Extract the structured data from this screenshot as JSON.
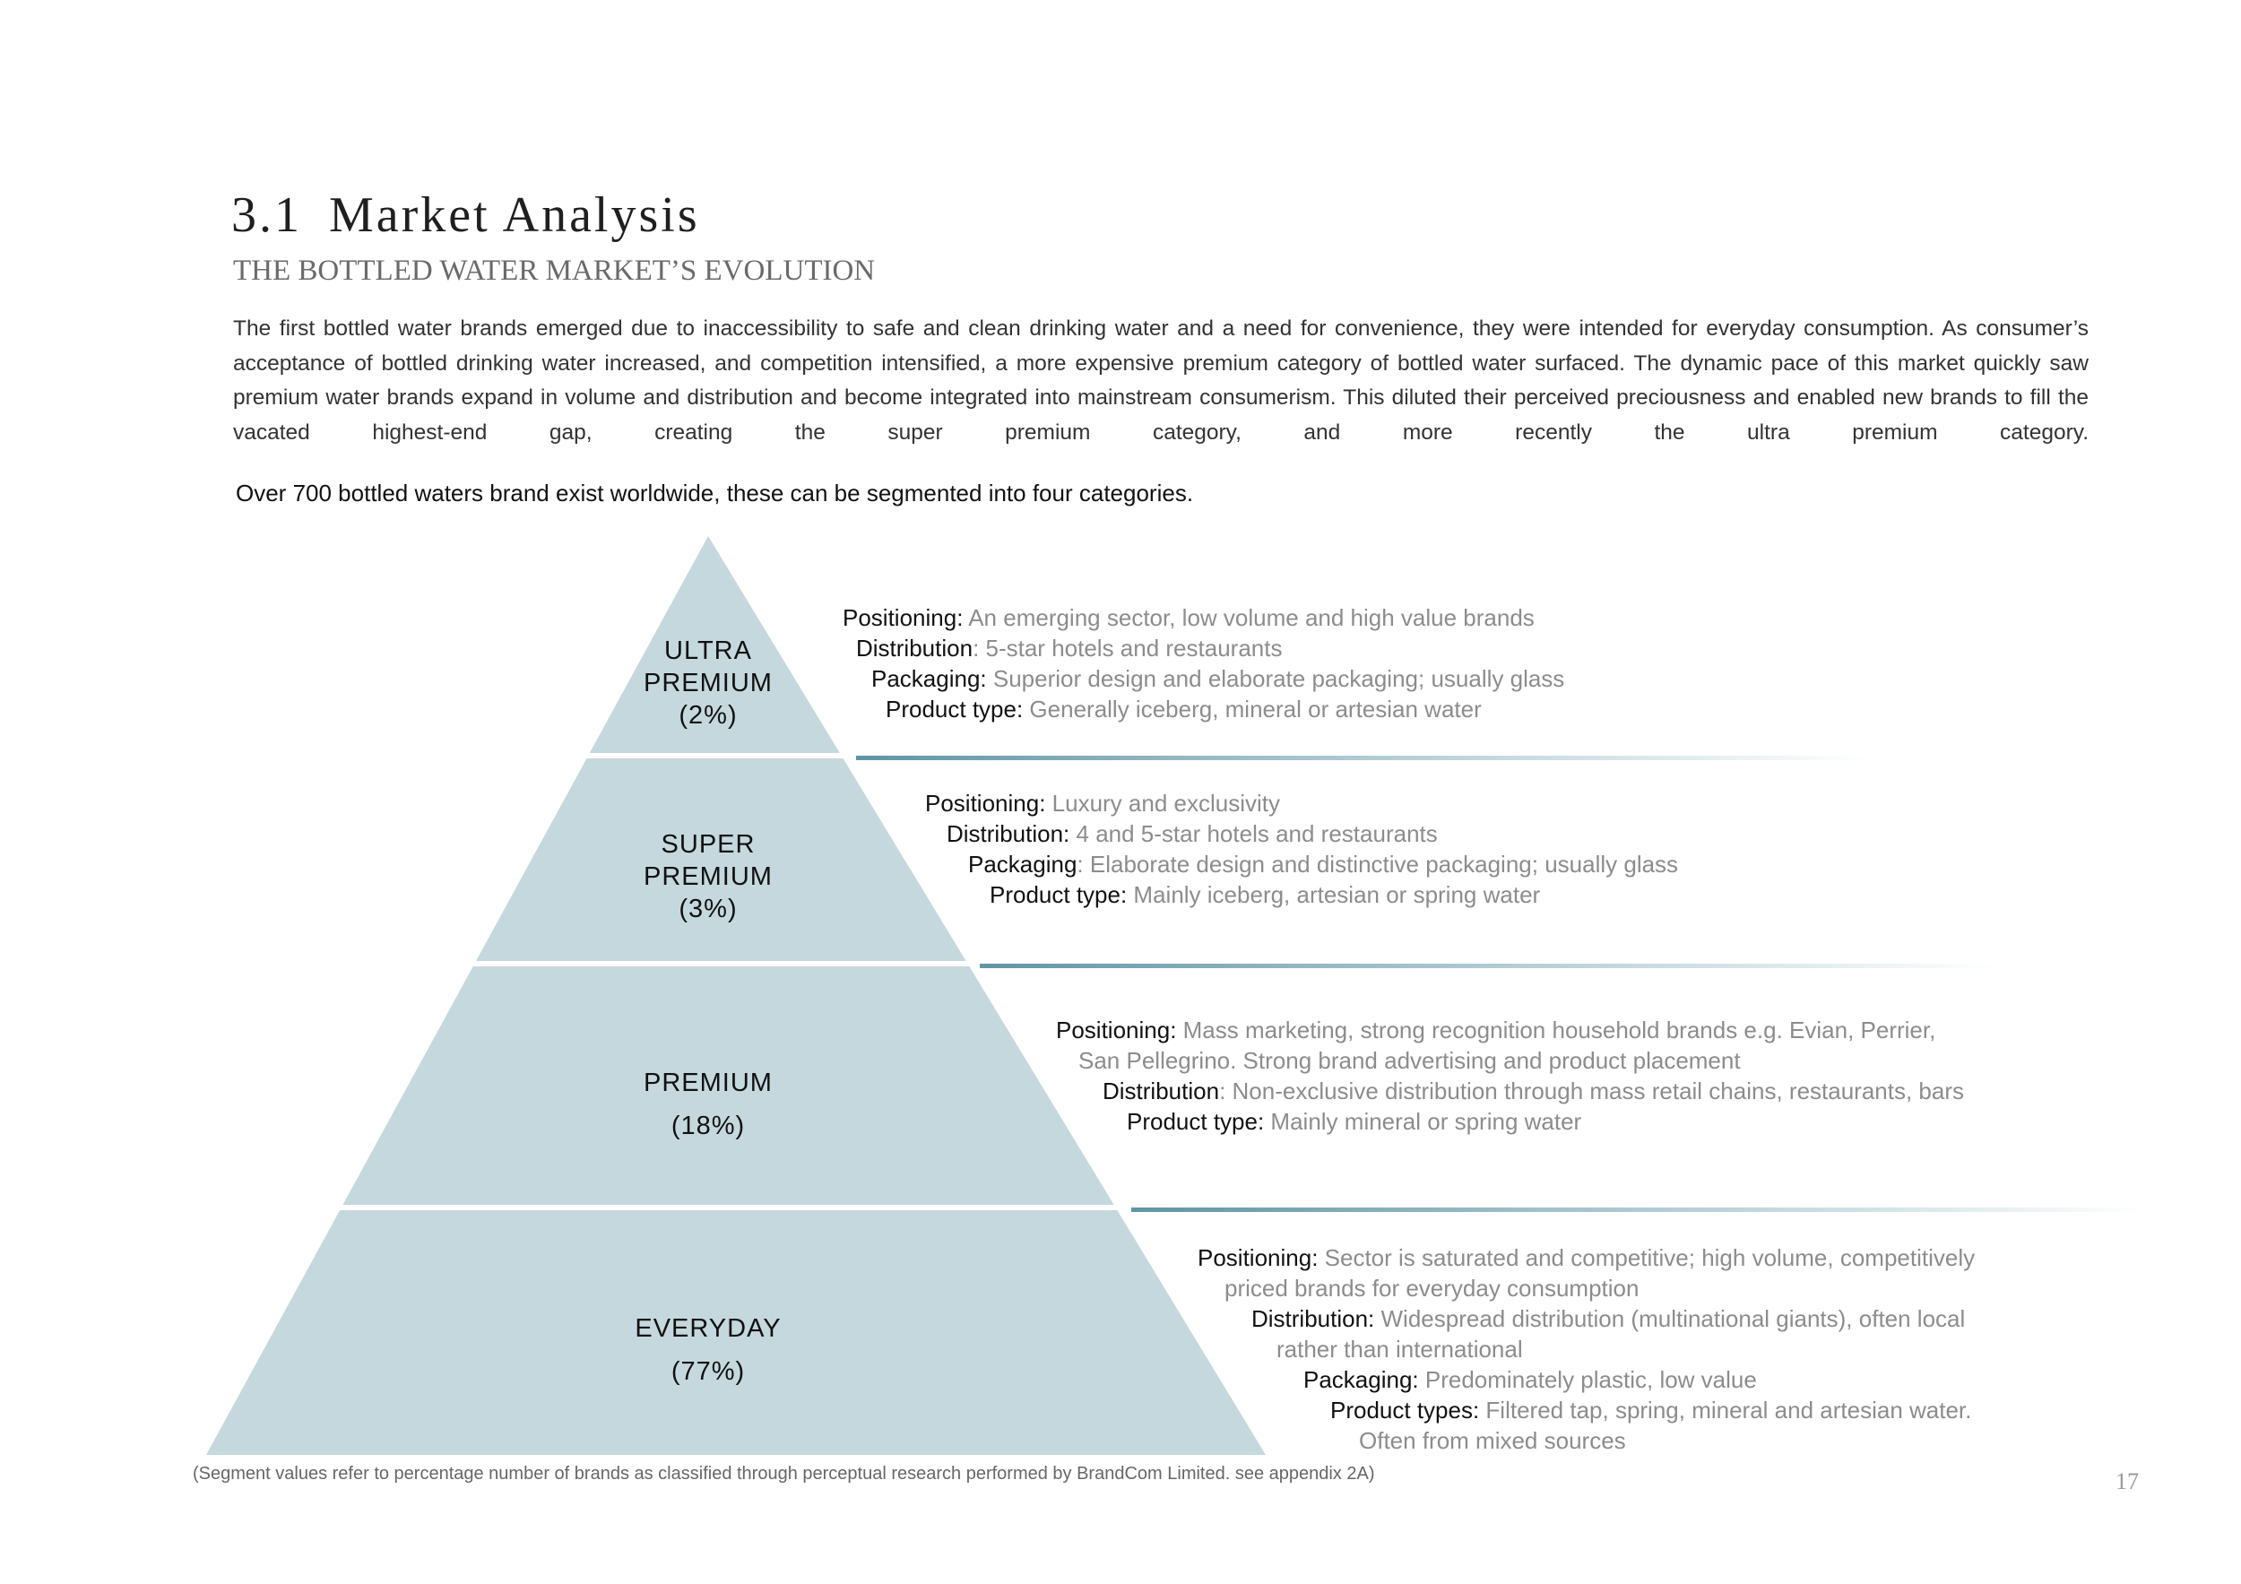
{
  "header": {
    "section_number": "3.1",
    "section_title": "Market Analysis",
    "subtitle": "THE BOTTLED WATER MARKET’S EVOLUTION"
  },
  "intro": {
    "paragraph_main": "The first bottled water brands emerged due to inaccessibility to safe and clean drinking water and a need for convenience, they were intended for everyday consumption. As consumer’s acceptance of bottled drinking water increased, and competition intensified, a more expensive premium category of bottled water surfaced. The dynamic pace of this market quickly saw premium water brands expand in volume and distribution and become integrated into mainstream consumerism. This diluted their",
    "paragraph_last": "perceived preciousness and enabled new brands to fill the vacated highest-end gap, creating the super premium category, and more recently the ultra premium category.",
    "lead": "Over 700 bottled waters brand exist worldwide, these can be segmented into four categories."
  },
  "colors": {
    "pyramid_fill": "#c5d8de",
    "rule_accent": "#5f95a4",
    "label_dark": "#111111",
    "value_grey": "#8c8c8c"
  },
  "segments": [
    {
      "line1": "ULTRA",
      "line2": "PREMIUM",
      "share": "(2%)",
      "share_pct": 2,
      "details": [
        {
          "key": "Positioning:",
          "value": " An emerging sector, low volume and high value brands"
        },
        {
          "key": "Distribution",
          "value": ": 5-star hotels and restaurants"
        },
        {
          "key": "Packaging:",
          "value": " Superior design and elaborate packaging; usually glass"
        },
        {
          "key": "Product type:",
          "value": " Generally iceberg, mineral or artesian water"
        }
      ]
    },
    {
      "line1": "SUPER",
      "line2": "PREMIUM",
      "share": "(3%)",
      "share_pct": 3,
      "details": [
        {
          "key": "Positioning:",
          "value": " Luxury and exclusivity"
        },
        {
          "key": "Distribution:",
          "value": " 4 and 5-star hotels and restaurants"
        },
        {
          "key": "Packaging",
          "value": ": Elaborate design and distinctive packaging; usually glass"
        },
        {
          "key": "Product type:",
          "value": " Mainly iceberg, artesian or spring water"
        }
      ]
    },
    {
      "line1": "PREMIUM",
      "share": "(18%)",
      "share_pct": 18,
      "details": [
        {
          "key": "Positioning:",
          "value": " Mass marketing, strong recognition household brands e.g. Evian, Perrier,"
        },
        {
          "key": "",
          "value": "San Pellegrino. Strong brand advertising and product placement"
        },
        {
          "key": "Distribution",
          "value": ": Non-exclusive distribution through mass retail chains, restaurants, bars"
        },
        {
          "key": "Product type:",
          "value": " Mainly mineral or spring water"
        }
      ]
    },
    {
      "line1": "EVERYDAY",
      "share": "(77%)",
      "share_pct": 77,
      "details": [
        {
          "key": "Positioning:",
          "value": " Sector is saturated and competitive; high volume, competitively"
        },
        {
          "key": "",
          "value": "priced brands for everyday consumption"
        },
        {
          "key": "Distribution:",
          "value": " Widespread distribution (multinational giants), often local"
        },
        {
          "key": "",
          "value": "rather than international"
        },
        {
          "key": "Packaging:",
          "value": " Predominately plastic, low value"
        },
        {
          "key": "Product types:",
          "value": " Filtered tap, spring, mineral and artesian water."
        },
        {
          "key": "",
          "value": "Often from mixed sources"
        }
      ]
    }
  ],
  "footer": {
    "footnote": "(Segment values refer to percentage number of brands as classified through perceptual research performed by BrandCom Limited. see appendix 2A)",
    "page_number": "17"
  }
}
